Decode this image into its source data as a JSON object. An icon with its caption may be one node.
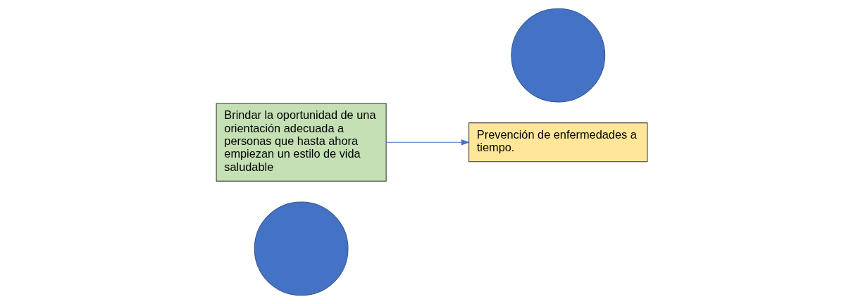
{
  "diagram": {
    "nodes": [
      {
        "text": [],
        "shape": "circle"
      },
      {
        "text": [
          "Brindar la oportunidad de una orientación adecuada a personas que hasta ahora empiezan un estilo de vida saludable"
        ]
      },
      {
        "text": [],
        "shape": "circle"
      },
      {
        "text": [
          "Prevención de enfermedades a tiempo."
        ]
      }
    ],
    "edges": [
      {
        "from": 1,
        "to": 3,
        "arrow": "to"
      }
    ]
  }
}
